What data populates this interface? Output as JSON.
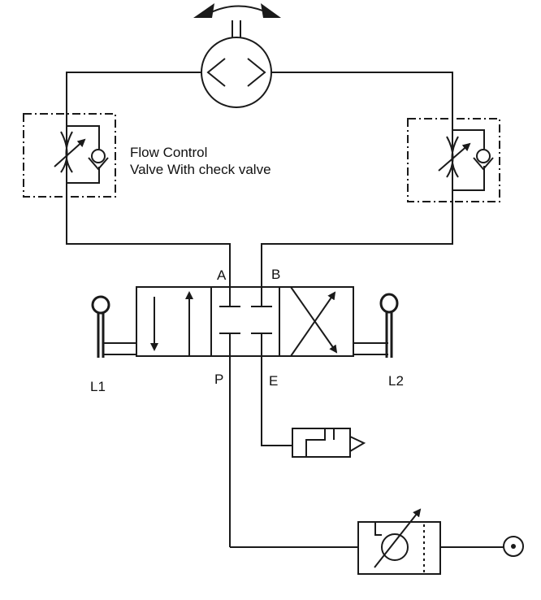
{
  "annotations": {
    "flow_control_line1": "Flow Control",
    "flow_control_line2": "Valve With check valve"
  },
  "ports": {
    "a": "A",
    "b": "B",
    "p": "P",
    "e": "E"
  },
  "levers": {
    "left": "L1",
    "right": "L2"
  },
  "colors": {
    "line": "#1a1a1a",
    "background": "#ffffff"
  }
}
